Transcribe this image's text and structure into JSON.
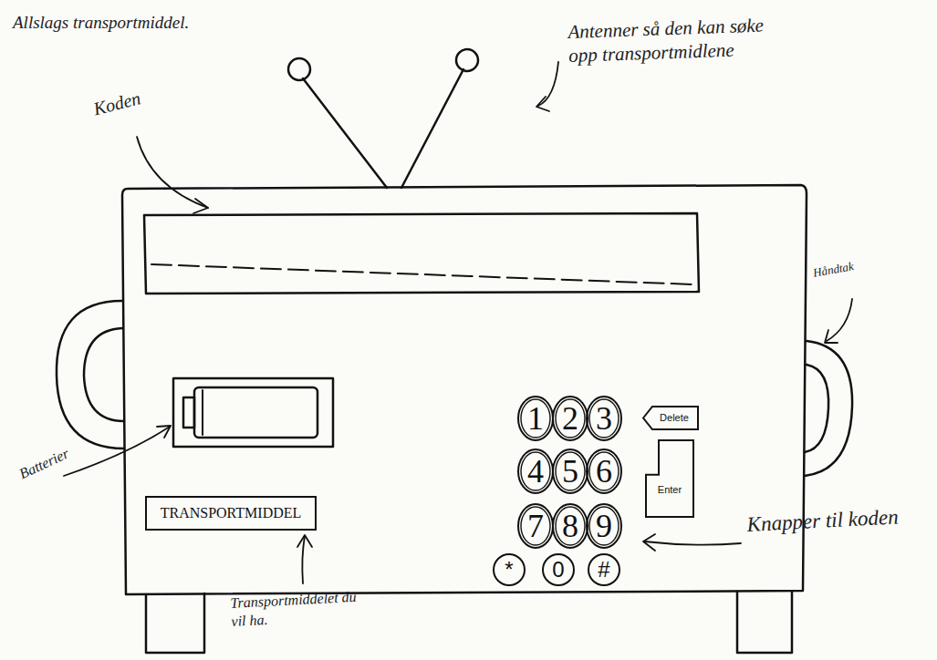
{
  "diagram": {
    "title": "Allslags transportmiddel.",
    "nodes": [
      {
        "text": [
          "1"
        ]
      },
      {
        "text": [
          "2"
        ]
      },
      {
        "text": [
          "3"
        ]
      },
      {
        "text": [
          "Delete"
        ]
      },
      {
        "text": [
          "4"
        ]
      },
      {
        "text": [
          "5"
        ]
      },
      {
        "text": [
          "6"
        ]
      },
      {
        "text": [
          "Enter"
        ]
      },
      {
        "text": [
          "TRANSPORTMIDDEL"
        ]
      },
      {
        "text": [
          "7"
        ]
      },
      {
        "text": [
          "8"
        ]
      },
      {
        "text": [
          "9"
        ]
      },
      {
        "text": [
          "*"
        ]
      },
      {
        "text": [
          "0"
        ]
      },
      {
        "text": [
          "#"
        ]
      }
    ],
    "labels": [
      "Antenner så den kan søke opp transportmidlene",
      "Koden",
      "Håndtak",
      "Batterier",
      "Transportmiddelet du vil ha.",
      "Knapper til koden"
    ]
  }
}
